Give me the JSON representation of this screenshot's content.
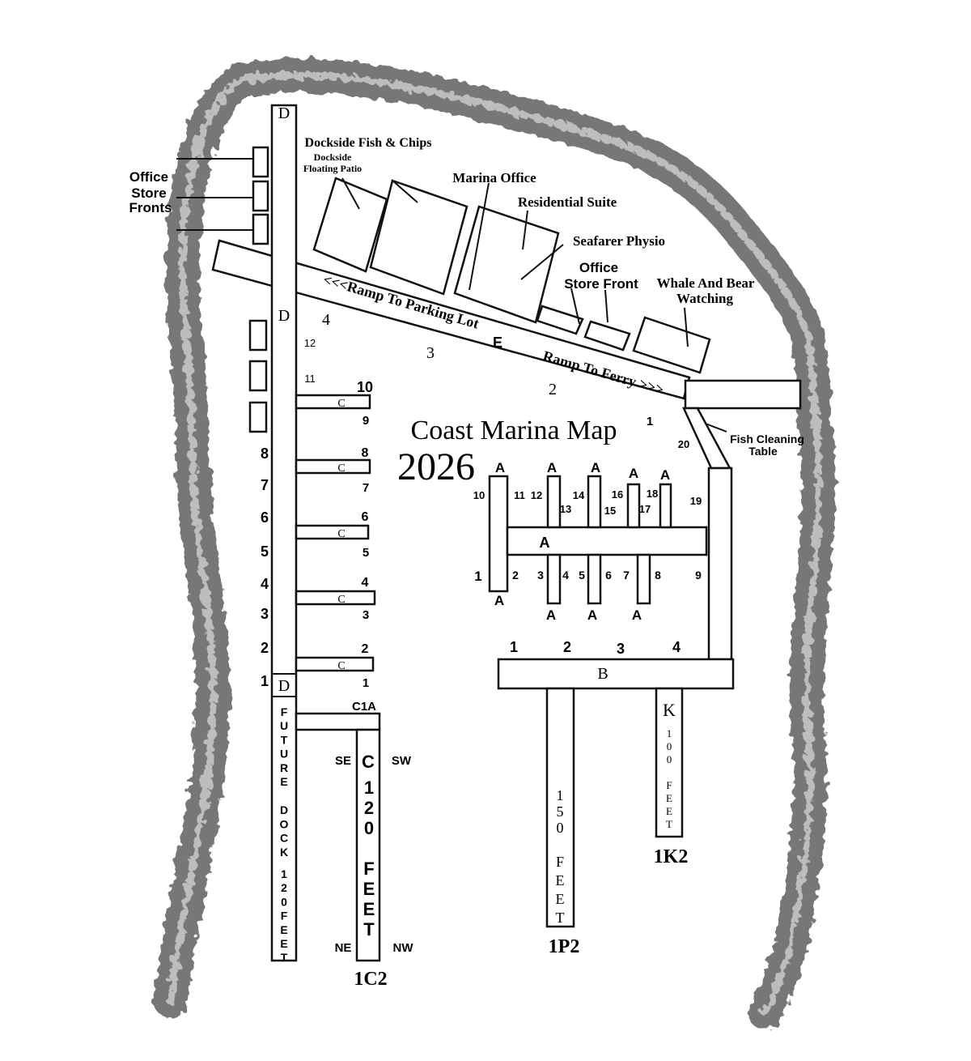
{
  "title": "Coast Marina Map",
  "year": "2026",
  "buildings": {
    "fish_chips": "Dockside Fish & Chips",
    "patio_line1": "Dockside",
    "patio_line2": "Floating Patio",
    "marina_office": "Marina Office",
    "residential": "Residential Suite",
    "physio": "Seafarer Physio",
    "office_sf_line1": "Office",
    "office_sf_line2": "Store Front",
    "whale_line1": "Whale And Bear",
    "whale_line2": "Watching",
    "left_office_line1": "Office",
    "left_office_line2": "Store",
    "left_office_line3": "Fronts",
    "fish_cleaning_line1": "Fish Cleaning",
    "fish_cleaning_line2": "Table"
  },
  "ramps": {
    "parking": "<<<Ramp To Parking Lot",
    "ferry": "Ramp To Ferry >>>",
    "e_label": "E"
  },
  "dock_d": {
    "top_label": "D",
    "bottom_label": "D",
    "slip_numbers": [
      "8",
      "7",
      "6",
      "5",
      "4",
      "3",
      "2",
      "1"
    ],
    "right_numbers": [
      "12",
      "11"
    ],
    "future_text": [
      "F",
      "U",
      "T",
      "U",
      "R",
      "E",
      "D",
      "O",
      "C",
      "K",
      "1",
      "2",
      "0",
      "F",
      "E",
      "E",
      "T"
    ]
  },
  "ramp_numbers": [
    "4",
    "3",
    "2",
    "1"
  ],
  "c_fingers": {
    "label": "C",
    "top_nums": [
      "10",
      "8",
      "6",
      "4",
      "2"
    ],
    "bottom_nums": [
      "9",
      "7",
      "5",
      "3",
      "1"
    ]
  },
  "dock_c": {
    "c1a": "C1A",
    "letter": "C",
    "length": [
      "1",
      "2",
      "0",
      "F",
      "E",
      "E",
      "T"
    ],
    "se": "SE",
    "sw": "SW",
    "ne": "NE",
    "nw": "NW",
    "name": "1C2"
  },
  "dock_a": {
    "label": "A",
    "top_letters": [
      "A",
      "A",
      "A",
      "A",
      "A"
    ],
    "bottom_letters": [
      "A",
      "A",
      "A",
      "A"
    ],
    "upper_nums": [
      "10",
      "11",
      "12",
      "13",
      "14",
      "15",
      "16",
      "17",
      "18",
      "19",
      "20"
    ],
    "lower_nums": [
      "1",
      "2",
      "3",
      "4",
      "5",
      "6",
      "7",
      "8",
      "9"
    ]
  },
  "dock_b": {
    "label": "B",
    "nums": [
      "1",
      "2",
      "3",
      "4"
    ]
  },
  "dock_p": {
    "length": [
      "1",
      "5",
      "0",
      "F",
      "E",
      "E",
      "T"
    ],
    "name": "1P2"
  },
  "dock_k": {
    "letter": "K",
    "length": [
      "1",
      "0",
      "0",
      "F",
      "E",
      "E",
      "T"
    ],
    "name": "1K2"
  }
}
